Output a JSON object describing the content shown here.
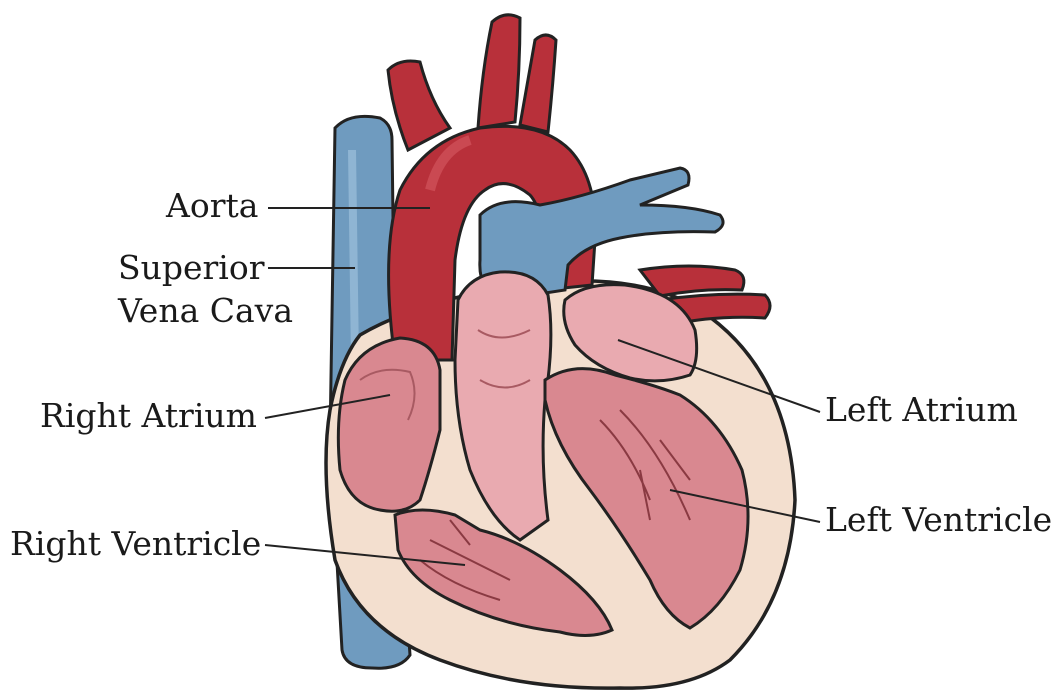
{
  "labels": {
    "aorta": "Aorta",
    "superior_vena_cava_line1": "Superior",
    "superior_vena_cava_line2": "Vena Cava",
    "right_atrium": "Right Atrium",
    "right_ventricle": "Right Ventricle",
    "left_atrium": "Left Atrium",
    "left_ventricle": "Left Ventricle"
  },
  "colors": {
    "artery_red": "#b8303a",
    "vein_blue": "#6f9bbf",
    "heart_wall": "#f3dfcf",
    "chamber_pink": "#d98890",
    "chamber_light": "#e9aab0",
    "outline": "#222222"
  }
}
